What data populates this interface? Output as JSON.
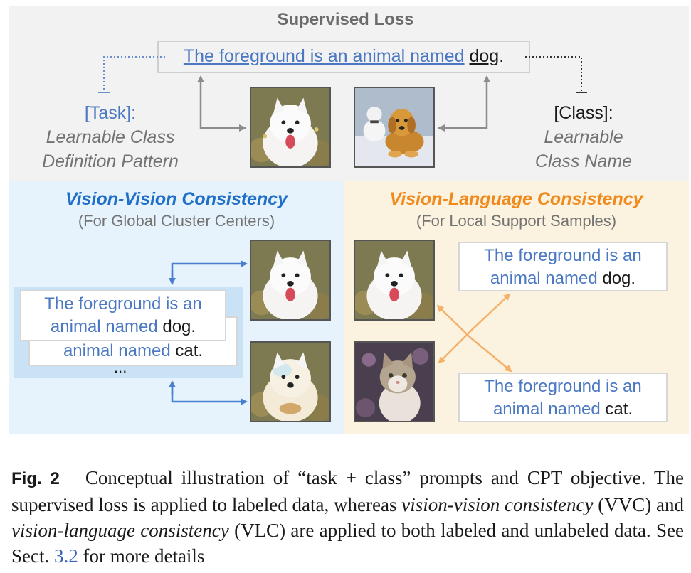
{
  "top": {
    "title": "Supervised Loss",
    "prompt_task_text": "The foreground is an animal named",
    "prompt_class_text": "dog",
    "prompt_dot": ".",
    "task_tag": "[Task]:",
    "task_desc_line1": "Learnable Class",
    "task_desc_line2": "Definition Pattern",
    "class_tag": "[Class]:",
    "class_desc_line1": "Learnable",
    "class_desc_line2": "Class Name"
  },
  "vvc": {
    "title": "Vision-Vision Consistency",
    "subtitle": "(For Global Cluster Centers)",
    "card_front_line1": "The foreground is an",
    "card_front_line2_blue": "animal named",
    "card_front_line2_black": "dog.",
    "card_back_line_blue": "animal named",
    "card_back_line_black": "cat.",
    "ellipsis": "..."
  },
  "vlc": {
    "title": "Vision-Language Consistency",
    "subtitle": "(For Local Support Samples)",
    "text_top_line1": "The foreground is an",
    "text_top_line2_blue": "animal named",
    "text_top_line2_black": "dog.",
    "text_bottom_line1": "The foreground is an",
    "text_bottom_line2_blue": "animal named",
    "text_bottom_line2_black": "cat."
  },
  "caption": {
    "fig_label": "Fig. 2",
    "part1": "Conceptual illustration of “task + class” prompts and CPT objective. The supervised loss is applied to labeled data, whereas",
    "vvc_term": "vision-vision consistency",
    "part2": "(VVC) and",
    "vlc_term": "vision-language consistency",
    "part3": "(VLC) are applied to both labeled and unlabeled data. See Sect.",
    "section_ref": "3.2",
    "part4": "for more details"
  },
  "colors": {
    "vvc_title": "#1f6fc9",
    "vlc_title": "#f08a1c",
    "prompt_blue": "#4a78c2",
    "arrow_grey": "#8c8c8c",
    "arrow_blue": "#4a7fd0",
    "arrow_orange": "#f5b06a"
  },
  "icons": [
    "dog-photo",
    "dog-snowman-photo",
    "cat-photo"
  ]
}
